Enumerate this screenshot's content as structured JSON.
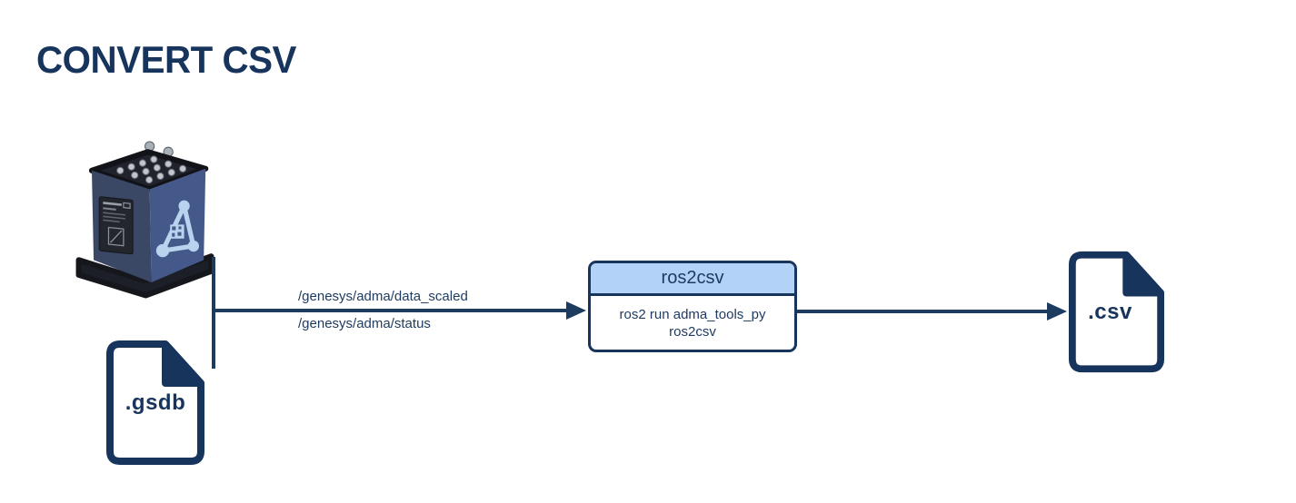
{
  "title": "CONVERT CSV",
  "colors": {
    "navy": "#17345C",
    "arrow": "#1d3a5f",
    "node_header_blue": "#B3D2F7",
    "device_body_blue": "#44588A",
    "device_logo_blue": "#B9D3EE"
  },
  "input_file": {
    "label": ".gsdb"
  },
  "output_file": {
    "label": ".csv"
  },
  "topics": [
    "/genesys/adma/data_scaled",
    "/genesys/adma/status"
  ],
  "node": {
    "title": "ros2csv",
    "command_line1": "ros2 run adma_tools_py",
    "command_line2": "ros2csv"
  },
  "icons": {
    "device": "adma-sensor-photo",
    "input_file": "document-file-icon",
    "output_file": "document-file-icon"
  }
}
